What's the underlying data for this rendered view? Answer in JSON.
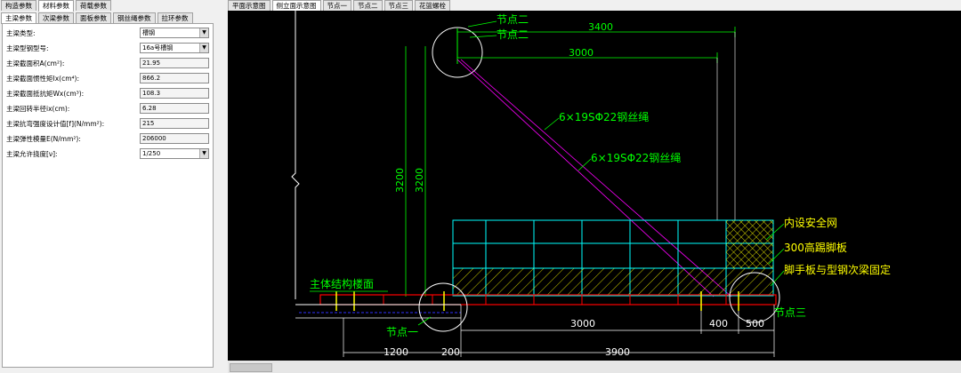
{
  "left_tabs": [
    "构造参数",
    "材料参数",
    "荷载参数"
  ],
  "sub_tabs": [
    "主梁参数",
    "次梁参数",
    "面板参数",
    "钢丝绳参数",
    "拉环参数"
  ],
  "form": {
    "rows": [
      {
        "label": "主梁类型:",
        "value": "槽钢",
        "select": true
      },
      {
        "label": "主梁型钢型号:",
        "value": "16a号槽钢",
        "select": true
      },
      {
        "label": "主梁截面积A(cm²):",
        "value": "21.95"
      },
      {
        "label": "主梁截面惯性矩Ix(cm⁴):",
        "value": "866.2"
      },
      {
        "label": "主梁截面抵抗矩Wx(cm³):",
        "value": "108.3"
      },
      {
        "label": "主梁回转半径ix(cm):",
        "value": "6.28"
      },
      {
        "label": "主梁抗弯强度设计值[f](N/mm²):",
        "value": "215"
      },
      {
        "label": "主梁弹性模量E(N/mm²):",
        "value": "206000"
      },
      {
        "label": "主梁允许挠度[ν]:",
        "value": "1/250",
        "select": true
      }
    ]
  },
  "view_tabs": [
    "平面示意图",
    "侧立面示意图",
    "节点一",
    "节点二",
    "节点三",
    "花篮螺栓"
  ],
  "drawing": {
    "node2_a": "节点二",
    "node2_b": "节点二",
    "node1": "节点一",
    "node3": "节点三",
    "dim_3400": "3400",
    "dim_3000_top": "3000",
    "dim_3200_a": "3200",
    "dim_3200_b": "3200",
    "rope1": "6×19SΦ22钢丝绳",
    "rope2": "6×19SΦ22钢丝绳",
    "safety_net": "内设安全网",
    "toe_board": "300高踢脚板",
    "scaffold_fix": "脚手板与型钢次梁固定",
    "main_floor": "主体结构楼面",
    "dim_3000_bottom": "3000",
    "dim_400": "400",
    "dim_500": "500",
    "dim_200": "200",
    "dim_1200": "1200",
    "dim_3900": "3900"
  },
  "colors": {
    "canvas_bg": "#000000",
    "green_text": "#00ff00",
    "yellow": "#ffff00",
    "cyan": "#00ffff",
    "white": "#ffffff",
    "magenta": "#ff00ff",
    "red": "#ff0000",
    "blue": "#3030ff"
  }
}
